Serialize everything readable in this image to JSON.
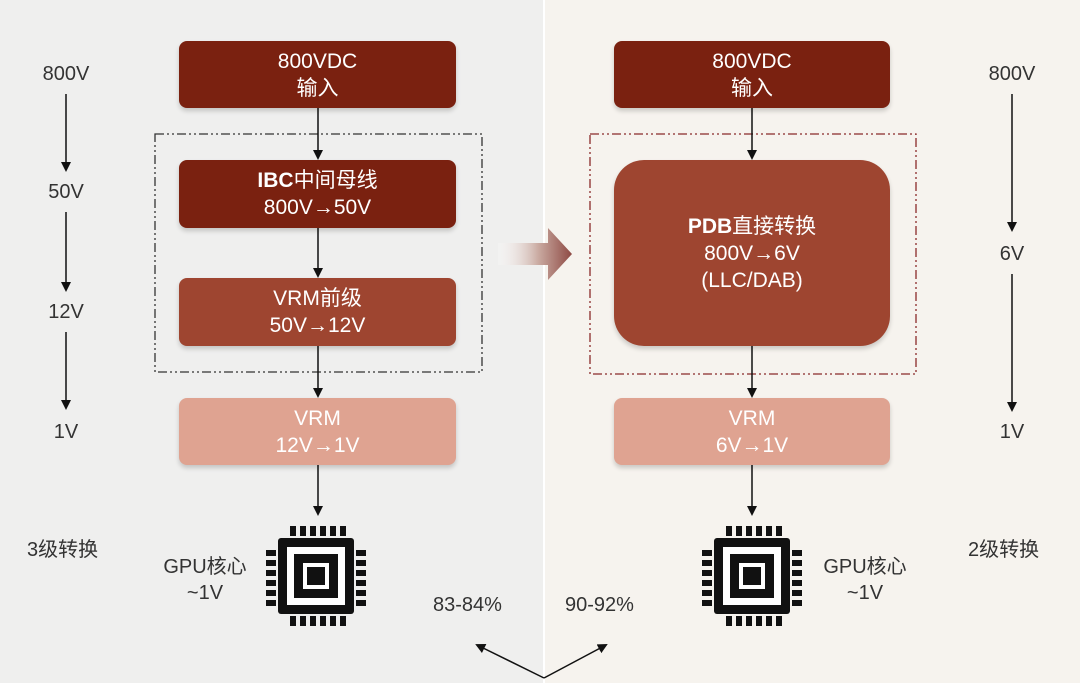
{
  "left": {
    "input_box": {
      "line1": "800VDC",
      "line2": "输入"
    },
    "ibc_box": {
      "bold": "IBC",
      "title_rest": "中间母线",
      "line2": "800V→50V"
    },
    "vrm_front_box": {
      "line1": "VRM前级",
      "line2": "50V→12V"
    },
    "vrm_box": {
      "line1": "VRM",
      "line2": "12V→1V"
    },
    "voltages": [
      "800V",
      "50V",
      "12V",
      "1V"
    ],
    "stage_label": "3级转换",
    "gpu_label": {
      "line1": "GPU核心",
      "line2": "~1V"
    },
    "efficiency": "83-84%"
  },
  "right": {
    "input_box": {
      "line1": "800VDC",
      "line2": "输入"
    },
    "pdb_box": {
      "bold": "PDB",
      "title_rest": "直接转换",
      "line2": "800V→6V",
      "line3": "(LLC/DAB)"
    },
    "vrm_box": {
      "line1": "VRM",
      "line2": "6V→1V"
    },
    "voltages": [
      "800V",
      "6V",
      "1V"
    ],
    "stage_label": "2级转换",
    "gpu_label": {
      "line1": "GPU核心",
      "line2": "~1V"
    },
    "efficiency": "90-92%"
  },
  "colors": {
    "dark": "#7a2110",
    "mid": "#9e4530",
    "light": "#dfa391",
    "left_bg": "#efefee",
    "right_bg": "#f6f3ee"
  },
  "icons": [
    "chip-icon",
    "chip-icon",
    "transition-arrow-icon"
  ]
}
